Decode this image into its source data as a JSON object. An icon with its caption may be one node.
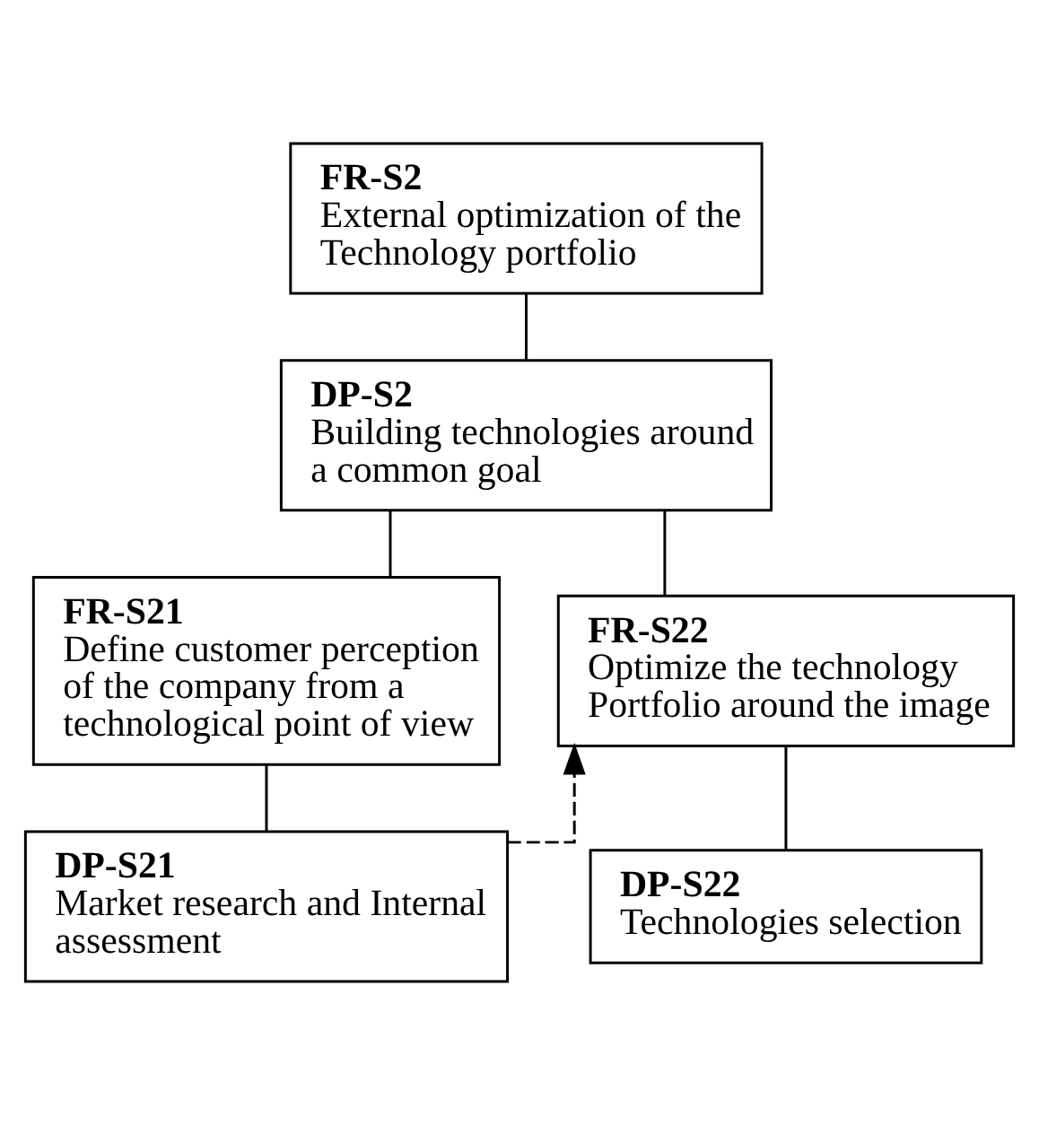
{
  "diagram": {
    "nodes": [
      {
        "text": [
          "FR-S2",
          "External optimization of the Technology portfolio"
        ]
      },
      {
        "text": [
          "DP-S2",
          "Building technologies around a common goal"
        ]
      },
      {
        "text": [
          "FR-S21",
          "Define customer perception of the company from a technological point of view"
        ]
      },
      {
        "text": [
          "FR-S22",
          "Optimize the technology Portfolio around the image"
        ]
      },
      {
        "text": [
          "DP-S21",
          "Market research and Internal assessment"
        ]
      },
      {
        "text": [
          "DP-S22",
          "Technologies selection"
        ]
      }
    ],
    "edges": [
      {
        "from": 0,
        "to": 1,
        "arrow": "none"
      },
      {
        "from": 1,
        "to": 2,
        "arrow": "none"
      },
      {
        "from": 1,
        "to": 3,
        "arrow": "none"
      },
      {
        "from": 2,
        "to": 4,
        "arrow": "none"
      },
      {
        "from": 3,
        "to": 5,
        "arrow": "none"
      },
      {
        "from": 4,
        "to": 3,
        "arrow": "to",
        "style": "dashed"
      }
    ]
  }
}
